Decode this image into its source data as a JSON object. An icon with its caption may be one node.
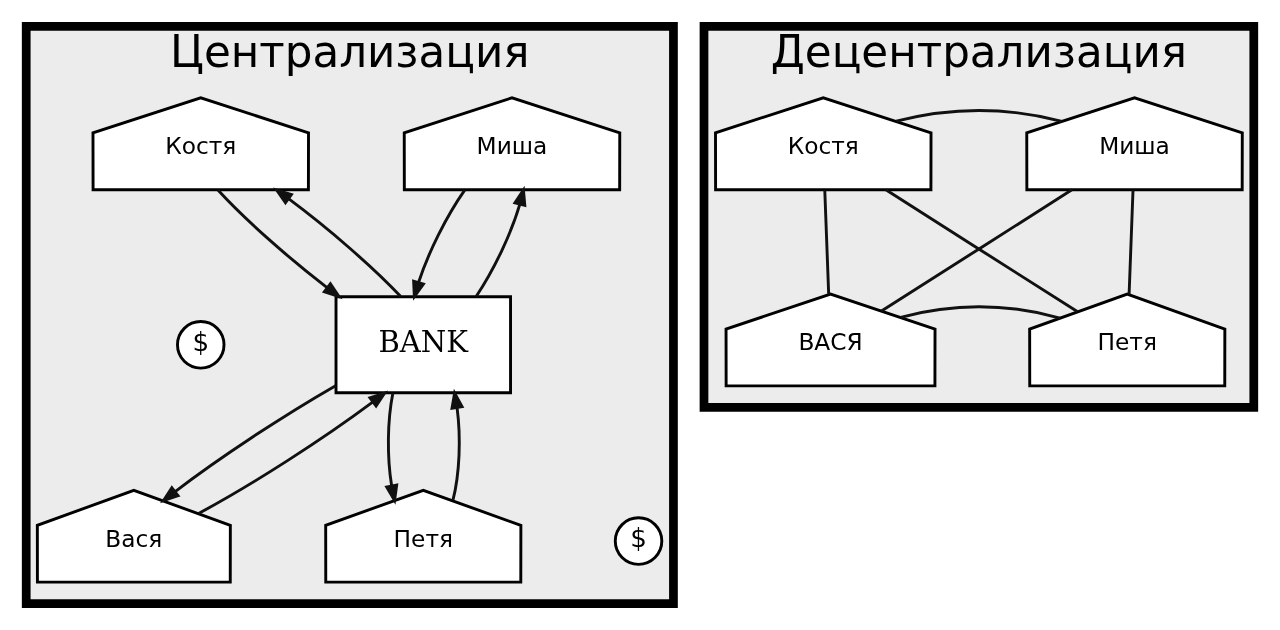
{
  "diagram": {
    "nodes": [
      {
        "text": [
          "Централизация"
        ]
      },
      {
        "text": [
          "Костя"
        ],
        "in": 0
      },
      {
        "text": [
          "Миша"
        ],
        "in": 0
      },
      {
        "text": [
          "BANK"
        ],
        "in": 0
      },
      {
        "text": [
          "Вася"
        ],
        "in": 0
      },
      {
        "text": [
          "Петя"
        ],
        "in": 0
      },
      {
        "text": [
          "Децентрализация"
        ]
      },
      {
        "text": [
          "Костя"
        ],
        "in": 6
      },
      {
        "text": [
          "Миша"
        ],
        "in": 6
      },
      {
        "text": [
          "ВАСЯ"
        ],
        "in": 6
      },
      {
        "text": [
          "Петя"
        ],
        "in": 6
      }
    ],
    "edges": [
      {
        "from": 1,
        "to": 3,
        "arrow": "to"
      },
      {
        "from": 3,
        "to": 1,
        "arrow": "to"
      },
      {
        "from": 2,
        "to": 3,
        "arrow": "to"
      },
      {
        "from": 3,
        "to": 2,
        "arrow": "to"
      },
      {
        "from": 3,
        "to": 4,
        "arrow": "to"
      },
      {
        "from": 4,
        "to": 3,
        "arrow": "to"
      },
      {
        "from": 3,
        "to": 5,
        "arrow": "to"
      },
      {
        "from": 5,
        "to": 3,
        "arrow": "to"
      },
      {
        "from": 7,
        "to": 8,
        "arrow": "none"
      },
      {
        "from": 7,
        "to": 9,
        "arrow": "none"
      },
      {
        "from": 7,
        "to": 10,
        "arrow": "none"
      },
      {
        "from": 8,
        "to": 9,
        "arrow": "none"
      },
      {
        "from": 8,
        "to": 10,
        "arrow": "none"
      },
      {
        "from": 9,
        "to": 10,
        "arrow": "none"
      }
    ],
    "labels": [
      "$",
      "$"
    ]
  }
}
